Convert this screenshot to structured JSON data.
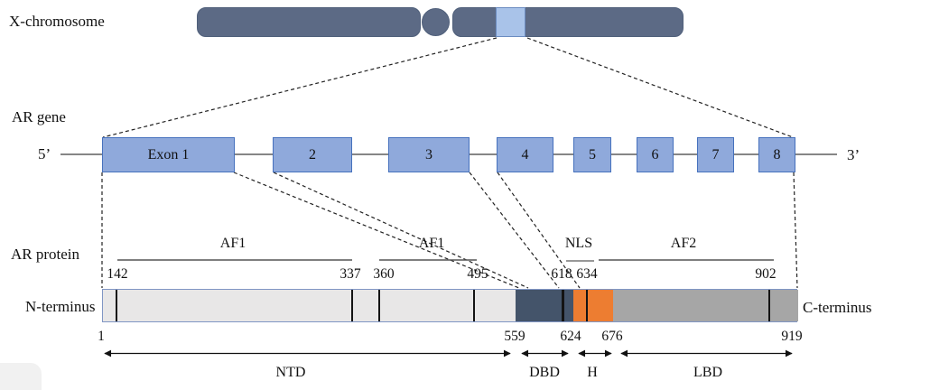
{
  "figure": {
    "chromosome_label": "X-chromosome",
    "gene_label": "AR gene",
    "protein_label": "AR protein",
    "five_prime_label": "5’",
    "three_prime_label": "3’",
    "n_terminus_label": "N-terminus",
    "c_terminus_label": "C-terminus"
  },
  "gene": {
    "exons": [
      {
        "label": "Exon 1"
      },
      {
        "label": "2"
      },
      {
        "label": "3"
      },
      {
        "label": "4"
      },
      {
        "label": "5"
      },
      {
        "label": "6"
      },
      {
        "label": "7"
      },
      {
        "label": "8"
      }
    ]
  },
  "protein": {
    "functional_regions": [
      "AF1",
      "AF1",
      "NLS",
      "AF2"
    ],
    "residue_numbers_top": [
      "142",
      "337",
      "360",
      "495",
      "618",
      "634",
      "902"
    ],
    "residue_numbers_bottom": [
      "1",
      "559",
      "624",
      "676",
      "919"
    ],
    "domains": [
      "NTD",
      "DBD",
      "H",
      "LBD"
    ]
  },
  "colors": {
    "chromosome_body": "#5c6a85",
    "chromosome_band": "#a9c3e9",
    "exon_fill": "#8fa9db",
    "exon_border": "#4671bd",
    "ntd_fill": "#e8e7e7",
    "dbd_fill": "#44546a",
    "hinge_fill": "#ed7d31",
    "lbd_fill": "#a6a6a6"
  }
}
